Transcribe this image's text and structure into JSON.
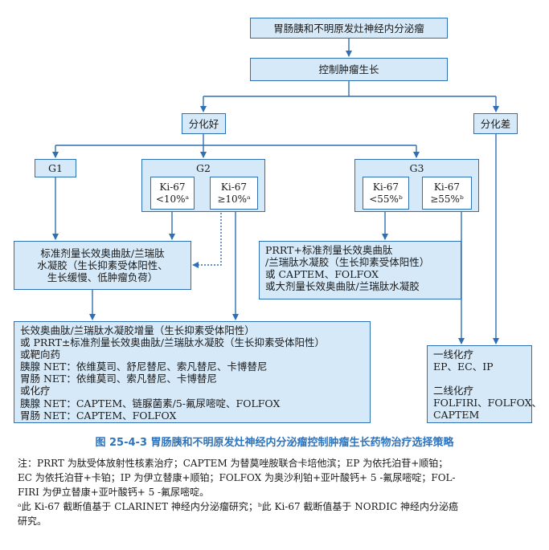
{
  "nodes": {
    "root": "胃肠胰和不明原发灶神经内分泌瘤",
    "control": "控制肿瘤生长",
    "well": "分化好",
    "poor": "分化差",
    "g1": "G1",
    "g2": {
      "label": "G2",
      "low": [
        "Ki-67",
        "<10%ᵃ"
      ],
      "high": [
        "Ki-67",
        "≥10%ᵃ"
      ]
    },
    "g3": {
      "label": "G3",
      "low": [
        "Ki-67",
        "<55%ᵇ"
      ],
      "high": [
        "Ki-67",
        "≥55%ᵇ"
      ]
    },
    "standard": [
      "标准剂量长效奥曲肽/兰瑞肽",
      "水凝胶（生长抑素受体阳性、",
      "生长缓慢、低肿瘤负荷）"
    ],
    "prrt": [
      "PRRT+标准剂量长效奥曲肽",
      "/兰瑞肽水凝胶（生长抑素受体阳性）",
      "或 CAPTEM、FOLFOX",
      "或大剂量长效奥曲肽/兰瑞肽水凝胶"
    ],
    "bottom_left": [
      "长效奥曲肽/兰瑞肽水凝胶增量（生长抑素受体阳性）",
      "或 PRRT±标准剂量长效奥曲肽/兰瑞肽水凝胶（生长抑素受体阳性）",
      "或靶向药",
      "胰腺 NET：依维莫司、舒尼替尼、索凡替尼、卡博替尼",
      "胃肠 NET：依维莫司、索凡替尼、卡博替尼",
      "或化疗",
      "胰腺 NET：CAPTEM、链脲菌素/5-氟尿嘧啶、FOLFOX",
      "胃肠 NET：CAPTEM、FOLFOX"
    ],
    "chemo": {
      "first_title": "一线化疗",
      "first": "EP、EC、IP",
      "second_title": "二线化疗",
      "second": "FOLFIRI、FOLFOX、",
      "second_cont": "CAPTEM"
    }
  },
  "caption": "图 25-4-3   胃肠胰和不明原发灶神经内分泌瘤控制肿瘤生长药物治疗选择策略",
  "notes": {
    "line1": "注：PRRT 为肽受体放射性核素治疗；CAPTEM 为替莫唑胺联合卡培他滨；EP 为依托泊苷+顺铂；",
    "line2": "EC 为依托泊苷+卡铂；IP 为伊立替康+顺铂；FOLFOX 为奥沙利铂+亚叶酸钙+ 5 -氟尿嘧啶；FOL-",
    "line3": "FIRI 为伊立替康+亚叶酸钙+ 5 -氟尿嘧啶。",
    "line4": "ᵃ此 Ki-67 截断值基于 CLARINET 神经内分泌瘤研究；ᵇ此 Ki-67 截断值基于 NORDIC 神经内分泌癌",
    "line5": "研究。"
  },
  "colors": {
    "box_fill": "#d6e9f8",
    "border": "#2f6fb3",
    "caption": "#2d74bd"
  }
}
